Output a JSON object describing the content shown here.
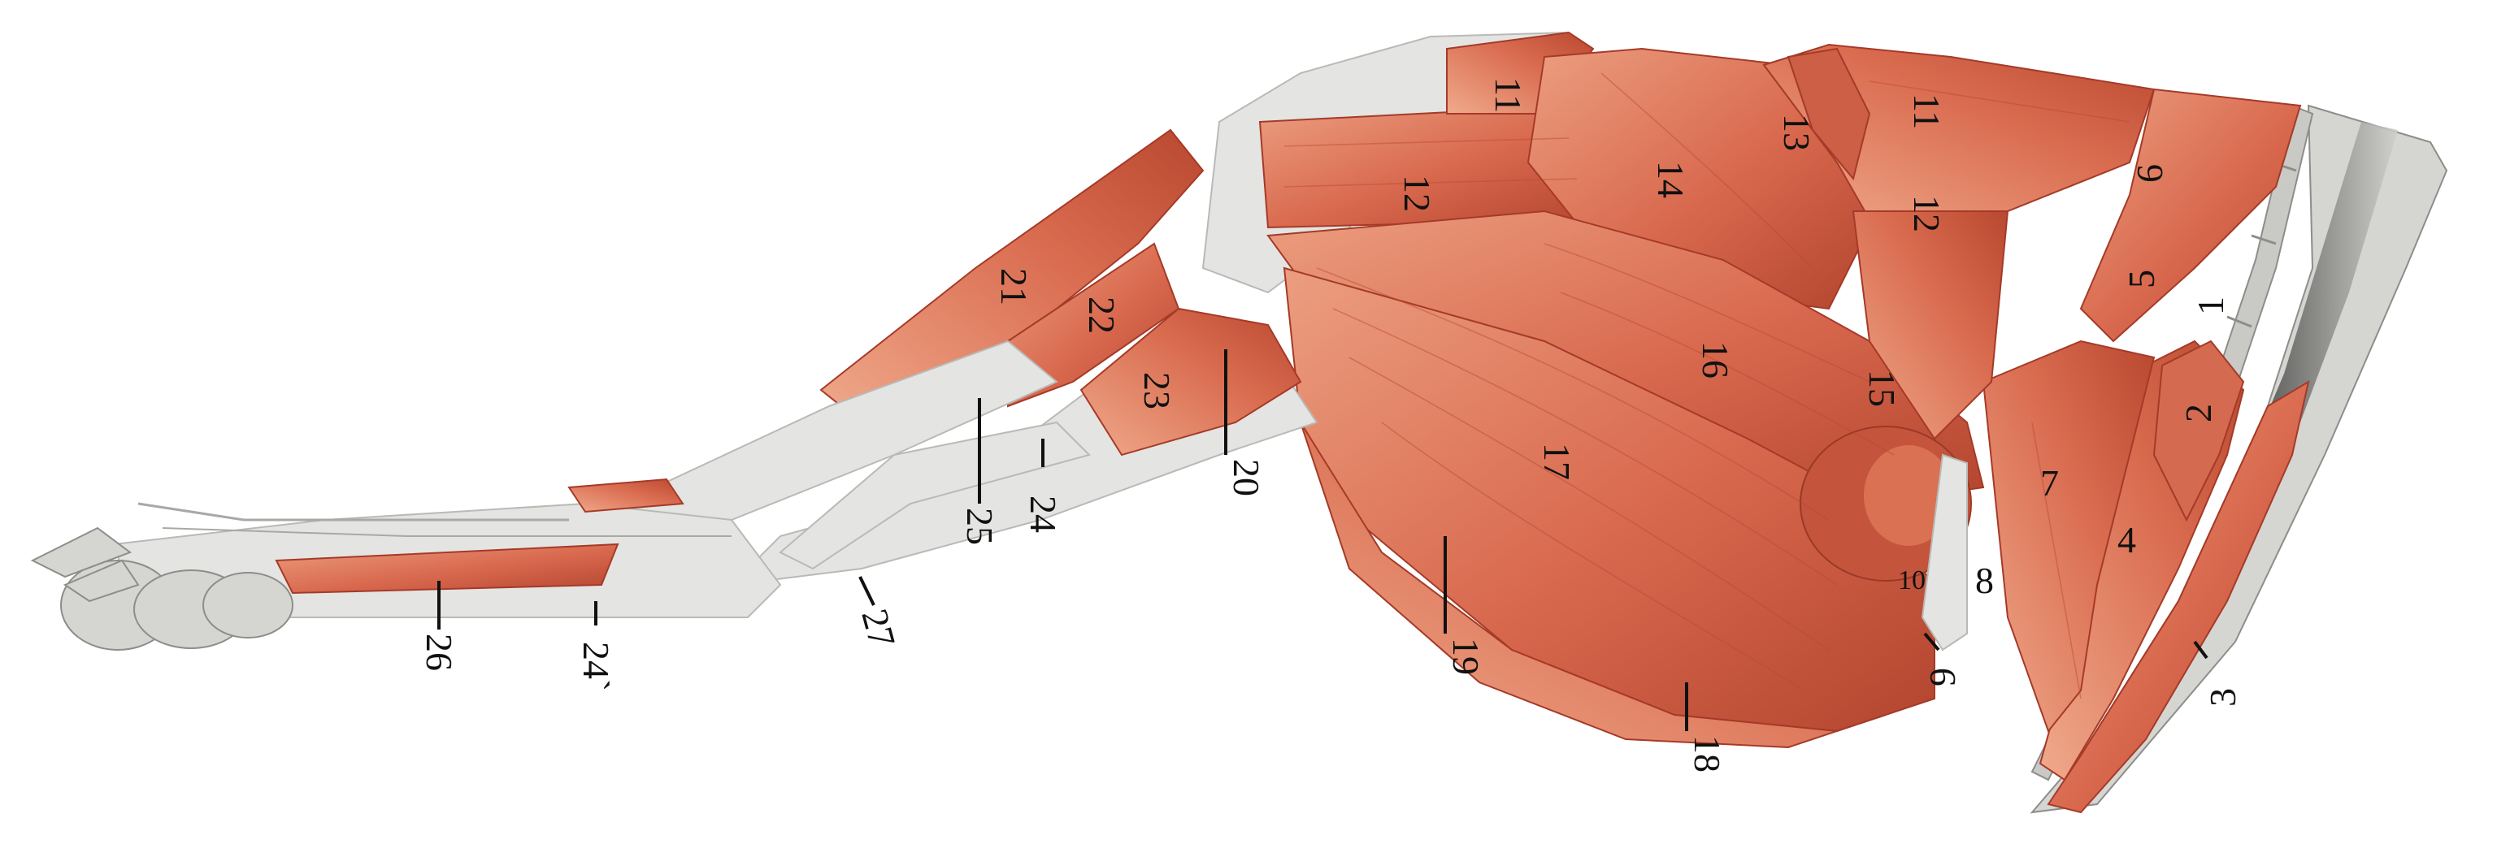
{
  "colors": {
    "muscle": "#d8684d",
    "muscle_dark": "#b3452f",
    "muscle_light": "#ec9e80",
    "tendon": "#e4e4e2",
    "bone": "#d5d5d2",
    "spine_dark": "#4a4a48",
    "ink": "#111111"
  },
  "labels": {
    "l1": "1",
    "l2": "2",
    "l3": "3",
    "l4": "4",
    "l5": "5",
    "l6": "6",
    "l7": "7",
    "l8": "8",
    "l9": "9",
    "l10": "10",
    "l11a": "11",
    "l11b": "11",
    "l12a": "12",
    "l12b": "12",
    "l13": "13",
    "l14": "14",
    "l15": "15",
    "l16": "16",
    "l17": "17",
    "l18": "18",
    "l19": "19",
    "l20": "20",
    "l21": "21",
    "l22": "22",
    "l23": "23",
    "l24": "24",
    "l24p": "24`",
    "l25": "25",
    "l26": "26",
    "l27": "27"
  }
}
